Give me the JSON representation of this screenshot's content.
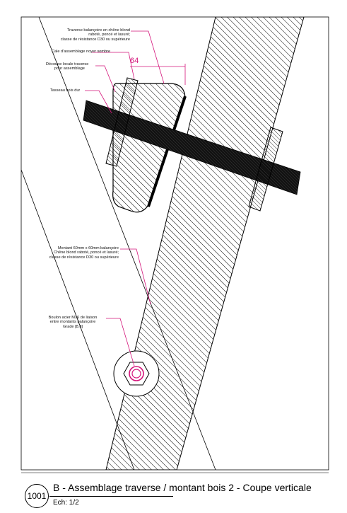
{
  "drawing": {
    "dimension": "64",
    "callouts": {
      "traverse": [
        "Traverse balançoire en chêne blond",
        "raboté, poncé et lasuré;",
        "classe de résistance D30 ou supérieure"
      ],
      "cale": [
        "Cale d'assemblage noyer sombre"
      ],
      "decoupe": [
        "Découpe locale traverse",
        "pour assemblage"
      ],
      "tasseau": [
        "Tasseau bois dur"
      ],
      "montant": [
        "Montant 60mm x 60mm balançoire",
        "Chêne blond raboté, poncé et lasuré;",
        "classe de résistance D30 ou supérieure"
      ],
      "boulon": [
        "Boulon acier M16 de liaison",
        "entre montants balançoire",
        "Grade [8.8]"
      ]
    }
  },
  "title_block": {
    "number": "1001",
    "title": "B - Assemblage traverse / montant bois 2 - Coupe verticale",
    "scale": "Ech:  1/2"
  },
  "colors": {
    "leader": "#d4147a",
    "ink": "#000000"
  }
}
